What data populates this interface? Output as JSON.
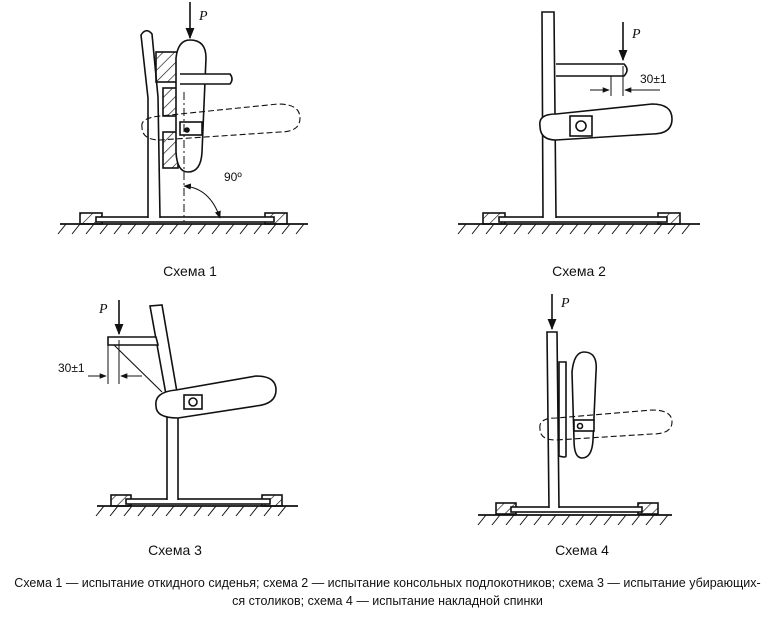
{
  "schemes": [
    {
      "title": "Схема 1",
      "force": "P",
      "angle": "90º"
    },
    {
      "title": "Схема 2",
      "force": "P",
      "dimension": "30±1"
    },
    {
      "title": "Схема 3",
      "force": "P",
      "dimension": "30±1"
    },
    {
      "title": "Схема 4",
      "force": "P"
    }
  ],
  "caption": {
    "line1": "Схема 1 — испытание откидного сиденья; схема 2 — испытание консольных подлокотников; схема 3 — испытание убирающих-",
    "line2": "ся столиков; схема 4 — испытание накладной спинки"
  }
}
